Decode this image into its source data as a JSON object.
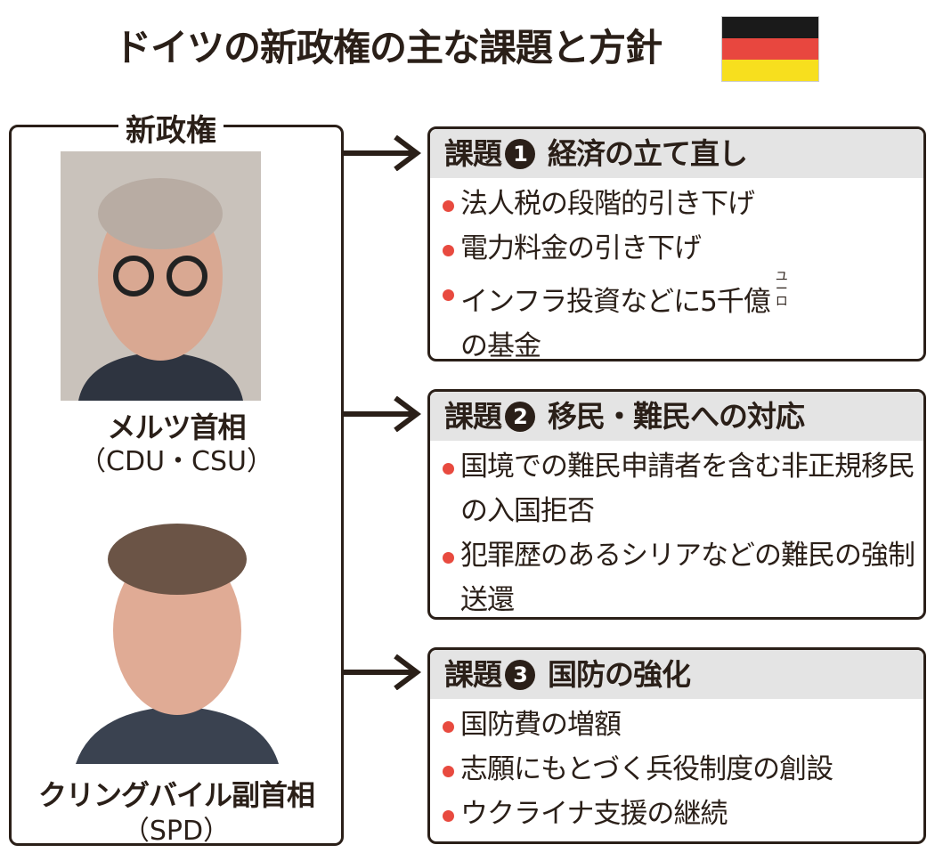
{
  "title": "ドイツの新政権の主な課題と方針",
  "flag_colors": [
    "#1a1a1a",
    "#e8473f",
    "#f7df1e"
  ],
  "government": {
    "label": "新政権",
    "people": [
      {
        "name": "メルツ首相",
        "party": "（CDU・CSU）"
      },
      {
        "name": "クリングバイル副首相",
        "party": "（SPD）"
      }
    ]
  },
  "issues": [
    {
      "label": "課題",
      "number": "1",
      "title": "経済の立て直し",
      "items": [
        "法人税の段階的引き下げ",
        "電力料金の引き下げ",
        "インフラ投資などに5千億"
      ],
      "item3_unit": "ユーロ",
      "item3_cont": "の基金"
    },
    {
      "label": "課題",
      "number": "2",
      "title": "移民・難民への対応",
      "items": [
        "国境での難民申請者を含む非正規移民の入国拒否",
        "犯罪歴のあるシリアなどの難民の強制送還"
      ]
    },
    {
      "label": "課題",
      "number": "3",
      "title": "国防の強化",
      "items": [
        "国防費の増額",
        "志願にもとづく兵役制度の創設",
        "ウクライナ支援の継続"
      ]
    }
  ],
  "bullet_color": "#e84a3f"
}
